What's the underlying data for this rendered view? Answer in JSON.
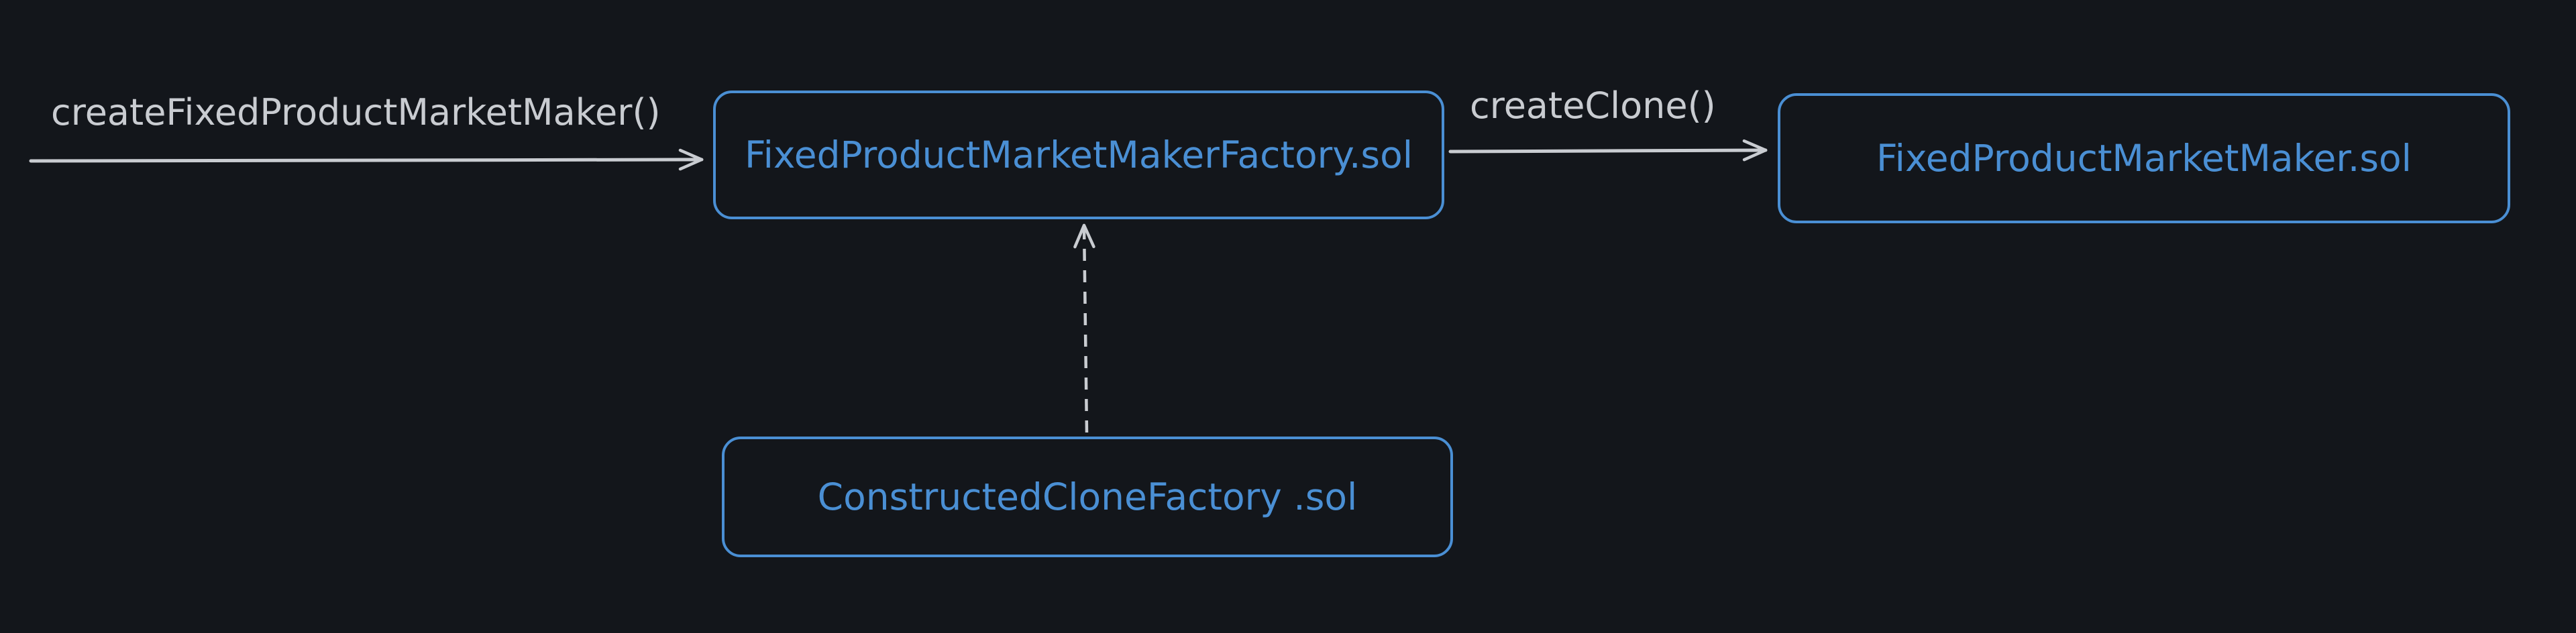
{
  "diagram": {
    "nodes": {
      "factory": "FixedProductMarketMakerFactory.sol",
      "market_maker": "FixedProductMarketMaker.sol",
      "clone_factory": "ConstructedCloneFactory .sol"
    },
    "edges": {
      "create_fpmm": "createFixedProductMarketMaker()",
      "create_clone": "createClone()"
    }
  },
  "colors": {
    "background": "#13161b",
    "node_stroke": "#4a8fd4",
    "node_text": "#4a8fd4",
    "edge": "#c9ccd1"
  }
}
